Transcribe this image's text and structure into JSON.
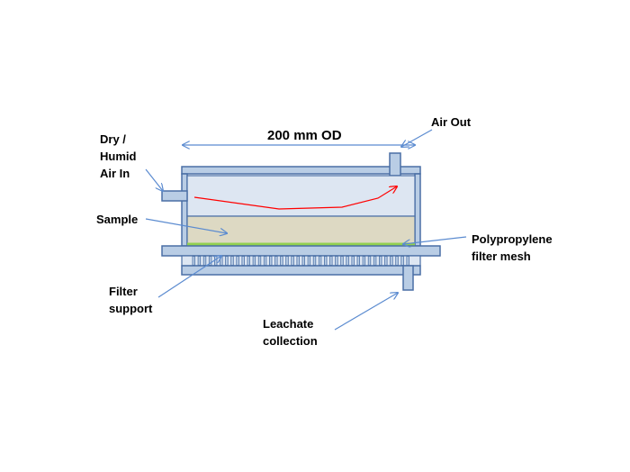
{
  "labels": {
    "diameter": "200 mm OD",
    "air_out": "Air Out",
    "air_in": [
      "Dry /",
      "Humid",
      "Air In"
    ],
    "sample": "Sample",
    "mesh": [
      "Polypropylene",
      "filter mesh"
    ],
    "filter_support": [
      "Filter",
      "support"
    ],
    "leachate": [
      "Leachate",
      "collection"
    ]
  },
  "colors": {
    "outline": "#4a6fa5",
    "wall_fill": "#b9cde5",
    "air_space": "#dde6f2",
    "sample_fill": "#ddd9c3",
    "mesh": "#92d050",
    "airflow": "#ff0000",
    "pointer": "#5b8bd0"
  }
}
